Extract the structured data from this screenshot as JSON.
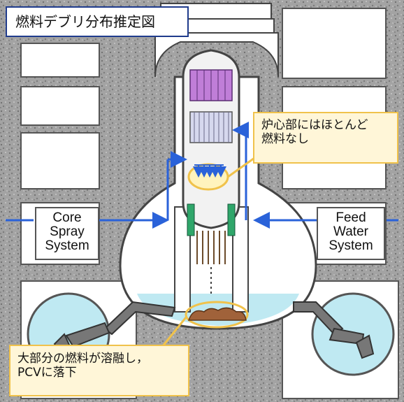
{
  "title": "燃料デブリ分布推定図",
  "callouts": {
    "core": {
      "line1": "炉心部にはほとんど",
      "line2": "燃料なし"
    },
    "pcv": {
      "line1": "大部分の燃料が溶融し，",
      "line2": "PCVに落下"
    }
  },
  "systems": {
    "left": {
      "line1": "Core",
      "line2": "Spray",
      "line3": "System"
    },
    "right": {
      "line1": "Feed",
      "line2": "Water",
      "line3": "System"
    }
  },
  "colors": {
    "concrete": "#9c9c9c",
    "water": "#bfe9f2",
    "flow_arrow": "#2a62d9",
    "callout_border": "#f0c24b",
    "callout_fill": "#fff6d8",
    "title_border": "#1f3b8c",
    "debris": "#a0623a",
    "fuel_green": "#2fa66a",
    "top_purple": "#c07ed8"
  }
}
